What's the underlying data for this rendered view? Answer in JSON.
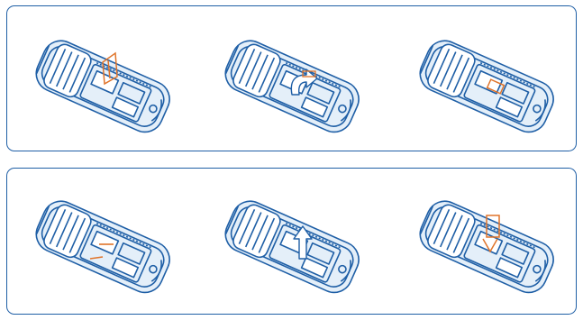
{
  "colors": {
    "outline": "#1f5fa6",
    "body_fill": "#e4eff9",
    "accent": "#e0742a",
    "arrow": "#ffffff"
  },
  "panels": [
    {
      "name": "sim-card-steps",
      "steps": [
        {
          "icon": "phone-open-sim-cover-icon",
          "accent": "cover-lift"
        },
        {
          "icon": "phone-insert-sim-icon",
          "accent": "arrow-insert"
        },
        {
          "icon": "phone-close-sim-cover-icon",
          "accent": "cover-close"
        }
      ]
    },
    {
      "name": "memory-card-steps",
      "steps": [
        {
          "icon": "phone-slide-card-holder-icon",
          "accent": "slide"
        },
        {
          "icon": "phone-lift-card-holder-icon",
          "accent": "arrow-lift"
        },
        {
          "icon": "phone-insert-memory-card-icon",
          "accent": "card-insert"
        }
      ]
    }
  ]
}
